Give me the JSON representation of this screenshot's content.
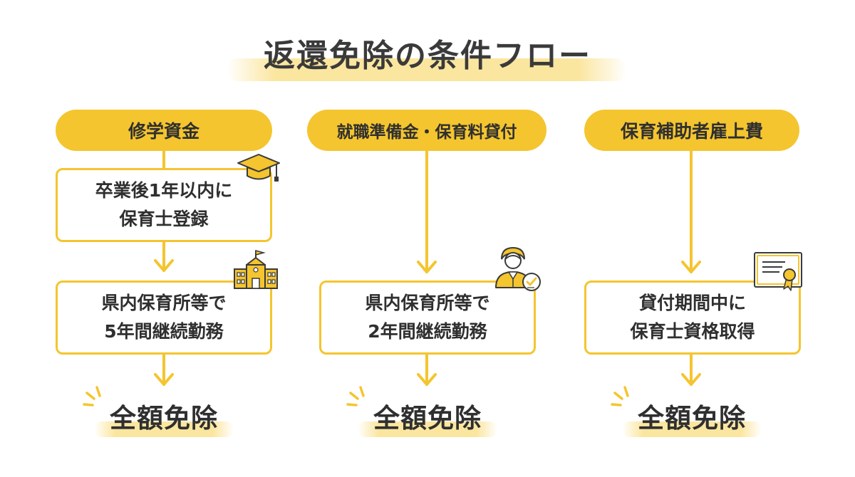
{
  "title": "返還免除の条件フロー",
  "colors": {
    "accent": "#f4c52f",
    "highlight": "#fbe6a0",
    "text": "#2f2f2f"
  },
  "columns": [
    {
      "header": "修学資金",
      "icon": "graduation-cap-icon",
      "step1": [
        "卒業後1年以内に",
        "保育士登録"
      ],
      "icon2": "school-building-icon",
      "step2": [
        "県内保育所等で",
        "5年間継続勤務"
      ],
      "result": "全額免除"
    },
    {
      "header": "就職準備金・保育料貸付",
      "icon": "worker-badge-icon",
      "step": [
        "県内保育所等で",
        "2年間継続勤務"
      ],
      "result": "全額免除"
    },
    {
      "header": "保育補助者雇上費",
      "icon": "certificate-icon",
      "step": [
        "貸付期間中に",
        "保育士資格取得"
      ],
      "result": "全額免除"
    }
  ]
}
